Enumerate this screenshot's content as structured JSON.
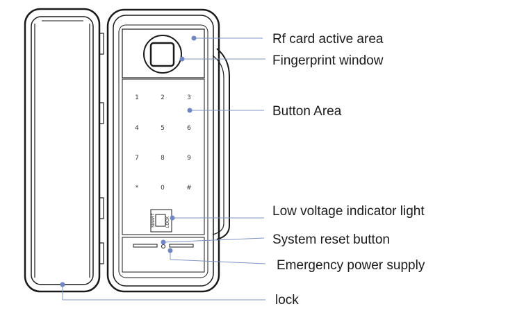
{
  "callouts": {
    "rf_card": "Rf card active area",
    "fingerprint": "Fingerprint  window",
    "button_area": "Button Area",
    "low_voltage": "Low voltage indicator light",
    "reset": "System reset button",
    "emergency": "Emergency power supply",
    "lock": "lock"
  },
  "keypad": {
    "keys": [
      "1",
      "2",
      "3",
      "4",
      "5",
      "6",
      "7",
      "8",
      "9",
      "*",
      "0",
      "#"
    ]
  },
  "badge": {
    "line1": "SMART",
    "line2": "LOCK"
  },
  "colors": {
    "leader": "#7f93c2",
    "dot": "#6f86c2",
    "outline": "#1a1a1a"
  }
}
